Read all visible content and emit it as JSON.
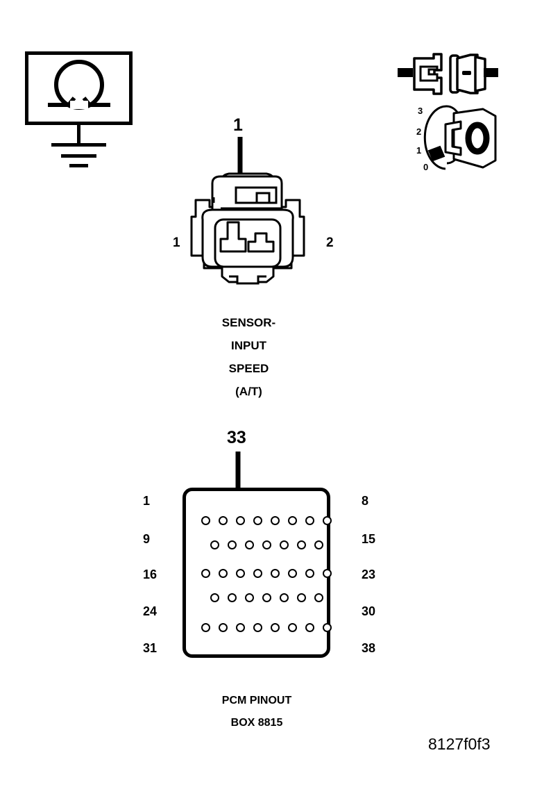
{
  "figure": {
    "code": "8127f0f3",
    "background_color": "#ffffff",
    "line_color": "#000000"
  },
  "test_equipment": {
    "name": "ohmmeter-with-ground",
    "meter_symbol": "Ω",
    "icon": "ohmmeter-icon",
    "ground_symbol": "chassis-ground-icon"
  },
  "sensor_connector": {
    "title_lines": [
      "SENSOR-",
      "INPUT",
      "SPEED",
      "(A/T)"
    ],
    "icon": "two-pin-connector-icon",
    "cavity_count": 2,
    "pin_left_label": "1",
    "pin_right_label": "2",
    "probe_arrow": {
      "label": "1",
      "target_cavity": 1,
      "direction": "down"
    }
  },
  "pcm_connector": {
    "title_lines": [
      "PCM PINOUT",
      "BOX 8815"
    ],
    "icon": "pcm-connector-icon",
    "probe_arrow": {
      "label": "33",
      "target_pin": 33,
      "direction": "down"
    },
    "rows": [
      {
        "left_label": "1",
        "right_label": "8",
        "offset": false,
        "holes": 8,
        "first_pin": 1,
        "last_pin": 8
      },
      {
        "left_label": "9",
        "right_label": "15",
        "offset": true,
        "holes": 7,
        "first_pin": 9,
        "last_pin": 15
      },
      {
        "left_label": "16",
        "right_label": "23",
        "offset": false,
        "holes": 8,
        "first_pin": 16,
        "last_pin": 23
      },
      {
        "left_label": "24",
        "right_label": "30",
        "offset": true,
        "holes": 7,
        "first_pin": 24,
        "last_pin": 30
      },
      {
        "left_label": "31",
        "right_label": "38",
        "offset": false,
        "holes": 8,
        "first_pin": 31,
        "last_pin": 38
      }
    ]
  },
  "connector_coupling": {
    "name": "connector-coupling-icon",
    "description": "mated male and female connector halves"
  },
  "ignition_switch": {
    "name": "ignition-key-switch-icon",
    "key_face_label": "0",
    "positions": [
      "3",
      "2",
      "1",
      "0"
    ],
    "selected_position": "0"
  }
}
